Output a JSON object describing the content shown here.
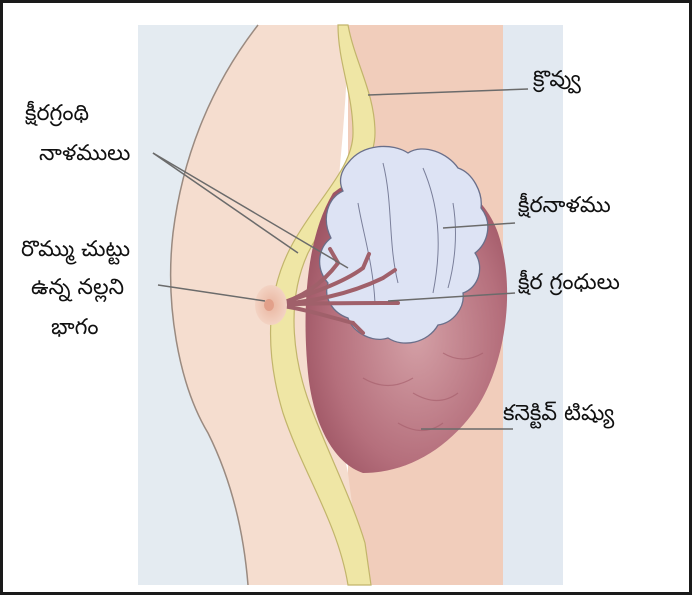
{
  "labels": {
    "fat": "క్రొవ్వు",
    "lobule_ducts_line1": "క్షీరగ్రంథి",
    "lobule_ducts_line2": "నాళములు",
    "lactiferous_duct": "క్షీరనాళము",
    "areola_line1": "రొమ్ము చుట్టు",
    "areola_line2": "ఉన్న నల్లని",
    "areola_line3": "భాగం",
    "mammary_glands": "క్షీర గ్రంధులు",
    "connective_tissue": "కనెక్టివ్ టిష్యు"
  },
  "colors": {
    "skin": "#f3d8c8",
    "skin_light": "#f7e6dc",
    "fat": "#f2e9a8",
    "gland": "#c58590",
    "gland_dark": "#a85a6a",
    "lobule": "#dbe2f3",
    "background_strip": "#e6ecf3",
    "leader_line": "#6b6b6b"
  }
}
